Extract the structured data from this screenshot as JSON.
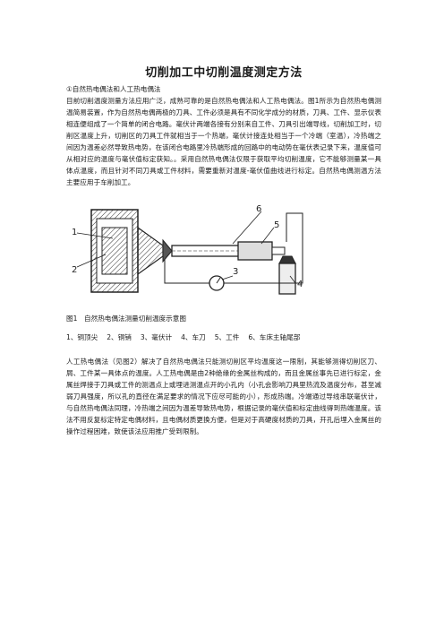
{
  "document": {
    "title": "切削加工中切削温度测定方法",
    "section_heading": "①自然热电偶法和人工热电偶法",
    "paragraph_1": "目前切削温度测量方法应用广泛，成熟可靠的是自然热电偶法和人工热电偶法。图1所示为自然热电偶测温简易装置，作为自然热电偶两极的刀具、工件必须是具有不同化学成分的材质，刀具、工件、显示仪表相连便组成了一个简单的闭合电路。毫伏计两端各接有分别来自工件、刀具引出端导线，切削加工时，切削区温度上升，切削区的刀具工件就相当于一个热端，毫伏计接连处相当于一个冷端（室温），冷热端之间因为温差必然导致热电势，在该闭合电路里冷热端形成的回路中的电动势在毫伏表记录下来，温度值可从相对应的温度与毫伏值标定获知。。采用自然热电偶法仅限于获取平均切削温度，它不能够测量某一具体点温度，而且针对不同刀具或工件材料，需要重新对温度-毫伏值曲线进行标定。自然热电偶测温方法主要应用于车削加工。",
    "figure": {
      "labels": [
        "1",
        "2",
        "3",
        "4",
        "5",
        "6"
      ],
      "caption": "图1　自然热电偶法测量切削温度示意图",
      "legend": [
        "1、铜顶尖",
        "2、铜销",
        "3、毫伏计",
        "4、车刀",
        "5、工件",
        "6、车床主轴尾部"
      ]
    },
    "paragraph_2": "人工热电偶法（见图2）解决了自然热电偶法只能测切削区平均温度这一限制，其能够测得切削区刀、屑、工件某一具体点的温度。人工热电偶是由2种绝缘的金属丝构成的，而且金属丝事先已进行标定，金属丝焊接于刀具或工件的测温点上或埋进测温点开的小孔内（小孔会影响刀具里热流及温度分布，甚至减弱刀具强度，所以孔的直径在满足要求的情况下应尽可能的小），形成热端。冷端通过导线串联毫伏计，与自然热电偶法同理，冷热端之间因为温差导致热电势，根据记录的毫伏值和标定曲线得到热端温度。该法不用反复标定特定电偶材料，且电偶材质更换方便，但是对于高硬度材质的刀具，开孔后埋入金属丝的操作过程困难，致使该法应用推广受到限制。"
  }
}
